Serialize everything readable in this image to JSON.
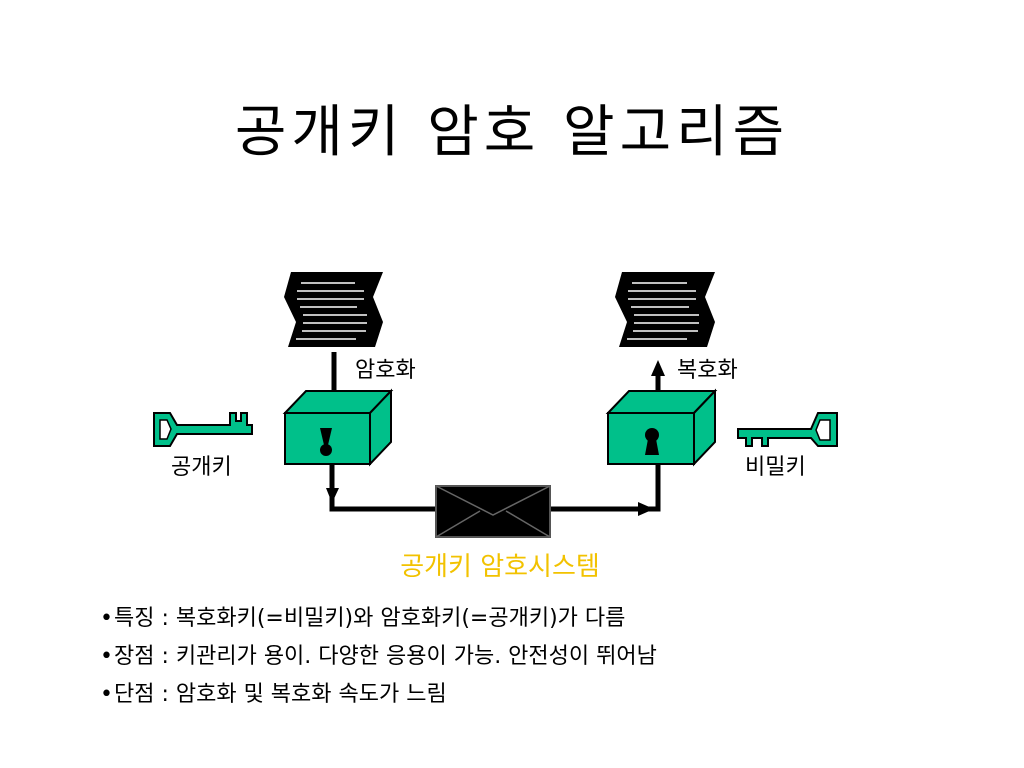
{
  "title": "공개키 암호 알고리즘",
  "diagram": {
    "encrypt_label": "암호화",
    "decrypt_label": "복호화",
    "public_key_label": "공개키",
    "private_key_label": "비밀키",
    "system_label": "공개키 암호시스템",
    "colors": {
      "box": "#00c08a",
      "system_label": "#f2c200",
      "line": "#000000"
    }
  },
  "bullets": [
    {
      "marker": "•",
      "text": "특징 : 복호화키(=비밀키)와 암호화키(=공개키)가 다름"
    },
    {
      "marker": "•",
      "text": "장점 : 키관리가 용이. 다양한 응용이 가능. 안전성이 뛰어남"
    },
    {
      "marker": "•",
      "text": "단점 : 암호화 및 복호화 속도가 느림"
    }
  ]
}
